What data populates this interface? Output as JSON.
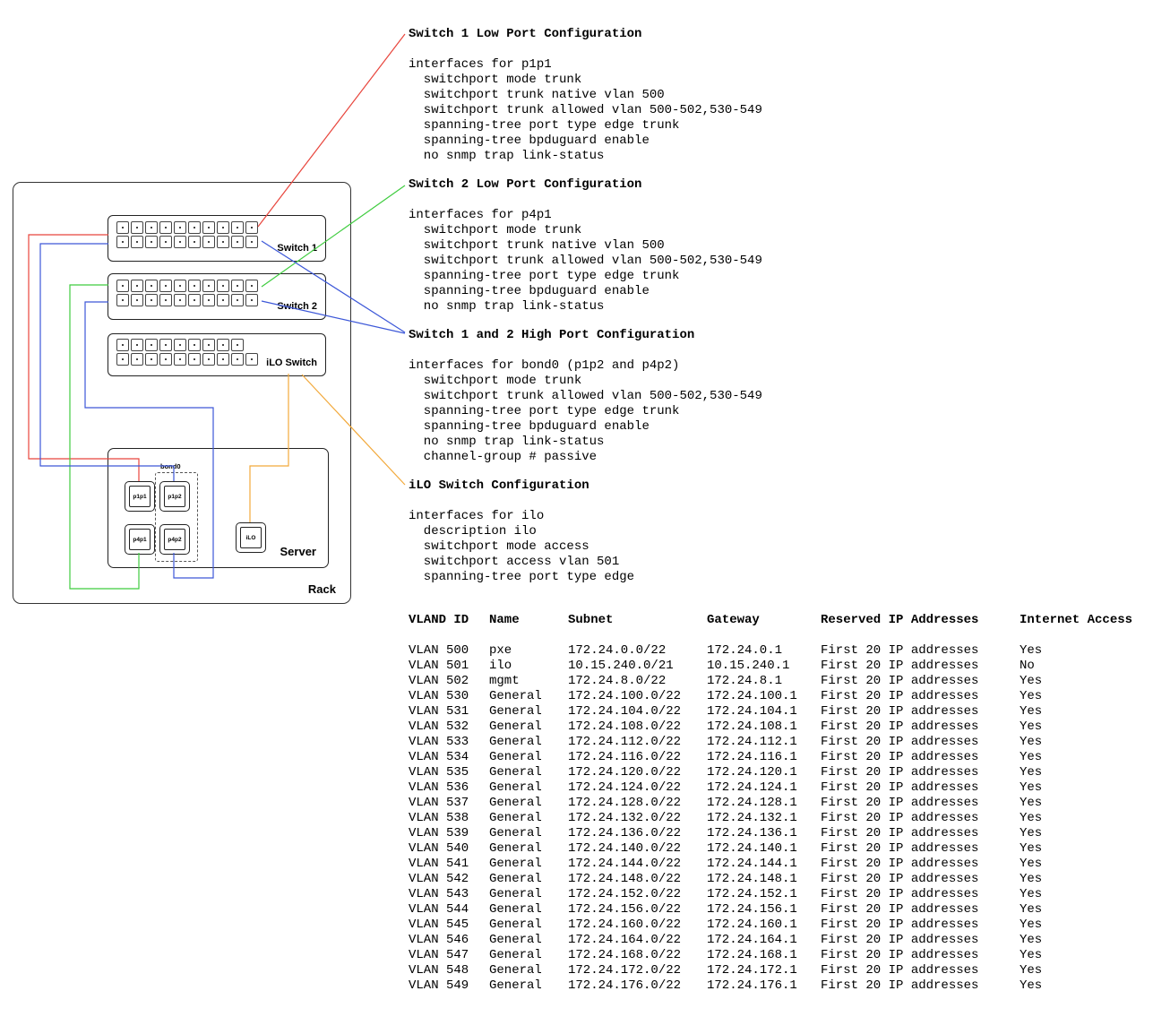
{
  "diagram": {
    "rack_label": "Rack",
    "server_label": "Server",
    "bond_label": "bond0",
    "ilo_label": "iLO",
    "switches": [
      {
        "label": "Switch 1"
      },
      {
        "label": "Switch 2"
      },
      {
        "label": "iLO Switch"
      }
    ],
    "nics": [
      {
        "label": "p1p1"
      },
      {
        "label": "p1p2"
      },
      {
        "label": "p4p1"
      },
      {
        "label": "p4p2"
      }
    ],
    "colors": {
      "red": "#e8453c",
      "green": "#3fcc3f",
      "blue": "#3d58d8",
      "orange": "#f2a93b"
    }
  },
  "config_sections": [
    {
      "header": "Switch 1 Low Port Configuration",
      "lines": [
        "interfaces for p1p1",
        "  switchport mode trunk",
        "  switchport trunk native vlan 500",
        "  switchport trunk allowed vlan 500-502,530-549",
        "  spanning-tree port type edge trunk",
        "  spanning-tree bpduguard enable",
        "  no snmp trap link-status"
      ]
    },
    {
      "header": "Switch 2 Low Port Configuration",
      "lines": [
        "interfaces for p4p1",
        "  switchport mode trunk",
        "  switchport trunk native vlan 500",
        "  switchport trunk allowed vlan 500-502,530-549",
        "  spanning-tree port type edge trunk",
        "  spanning-tree bpduguard enable",
        "  no snmp trap link-status"
      ]
    },
    {
      "header": "Switch 1 and 2 High Port Configuration",
      "lines": [
        "interfaces for bond0 (p1p2 and p4p2)",
        "  switchport mode trunk",
        "  switchport trunk allowed vlan 500-502,530-549",
        "  spanning-tree port type edge trunk",
        "  spanning-tree bpduguard enable",
        "  no snmp trap link-status",
        "  channel-group # passive"
      ]
    },
    {
      "header": "iLO Switch Configuration",
      "lines": [
        "interfaces for ilo",
        "  description ilo",
        "  switchport mode access",
        "  switchport access vlan 501",
        "  spanning-tree port type edge"
      ]
    }
  ],
  "vlan_table": {
    "headers": [
      "VLAND ID",
      "Name",
      "Subnet",
      "Gateway",
      "Reserved IP Addresses",
      "Internet Access"
    ],
    "rows": [
      [
        "VLAN 500",
        "pxe",
        "172.24.0.0/22",
        "172.24.0.1",
        "First 20 IP addresses",
        "Yes"
      ],
      [
        "VLAN 501",
        "ilo",
        "10.15.240.0/21",
        "10.15.240.1",
        "First 20 IP addresses",
        "No"
      ],
      [
        "VLAN 502",
        "mgmt",
        "172.24.8.0/22",
        "172.24.8.1",
        "First 20 IP addresses",
        "Yes"
      ],
      [
        "VLAN 530",
        "General",
        "172.24.100.0/22",
        "172.24.100.1",
        "First 20 IP addresses",
        "Yes"
      ],
      [
        "VLAN 531",
        "General",
        "172.24.104.0/22",
        "172.24.104.1",
        "First 20 IP addresses",
        "Yes"
      ],
      [
        "VLAN 532",
        "General",
        "172.24.108.0/22",
        "172.24.108.1",
        "First 20 IP addresses",
        "Yes"
      ],
      [
        "VLAN 533",
        "General",
        "172.24.112.0/22",
        "172.24.112.1",
        "First 20 IP addresses",
        "Yes"
      ],
      [
        "VLAN 534",
        "General",
        "172.24.116.0/22",
        "172.24.116.1",
        "First 20 IP addresses",
        "Yes"
      ],
      [
        "VLAN 535",
        "General",
        "172.24.120.0/22",
        "172.24.120.1",
        "First 20 IP addresses",
        "Yes"
      ],
      [
        "VLAN 536",
        "General",
        "172.24.124.0/22",
        "172.24.124.1",
        "First 20 IP addresses",
        "Yes"
      ],
      [
        "VLAN 537",
        "General",
        "172.24.128.0/22",
        "172.24.128.1",
        "First 20 IP addresses",
        "Yes"
      ],
      [
        "VLAN 538",
        "General",
        "172.24.132.0/22",
        "172.24.132.1",
        "First 20 IP addresses",
        "Yes"
      ],
      [
        "VLAN 539",
        "General",
        "172.24.136.0/22",
        "172.24.136.1",
        "First 20 IP addresses",
        "Yes"
      ],
      [
        "VLAN 540",
        "General",
        "172.24.140.0/22",
        "172.24.140.1",
        "First 20 IP addresses",
        "Yes"
      ],
      [
        "VLAN 541",
        "General",
        "172.24.144.0/22",
        "172.24.144.1",
        "First 20 IP addresses",
        "Yes"
      ],
      [
        "VLAN 542",
        "General",
        "172.24.148.0/22",
        "172.24.148.1",
        "First 20 IP addresses",
        "Yes"
      ],
      [
        "VLAN 543",
        "General",
        "172.24.152.0/22",
        "172.24.152.1",
        "First 20 IP addresses",
        "Yes"
      ],
      [
        "VLAN 544",
        "General",
        "172.24.156.0/22",
        "172.24.156.1",
        "First 20 IP addresses",
        "Yes"
      ],
      [
        "VLAN 545",
        "General",
        "172.24.160.0/22",
        "172.24.160.1",
        "First 20 IP addresses",
        "Yes"
      ],
      [
        "VLAN 546",
        "General",
        "172.24.164.0/22",
        "172.24.164.1",
        "First 20 IP addresses",
        "Yes"
      ],
      [
        "VLAN 547",
        "General",
        "172.24.168.0/22",
        "172.24.168.1",
        "First 20 IP addresses",
        "Yes"
      ],
      [
        "VLAN 548",
        "General",
        "172.24.172.0/22",
        "172.24.172.1",
        "First 20 IP addresses",
        "Yes"
      ],
      [
        "VLAN 549",
        "General",
        "172.24.176.0/22",
        "172.24.176.1",
        "First 20 IP addresses",
        "Yes"
      ]
    ]
  }
}
